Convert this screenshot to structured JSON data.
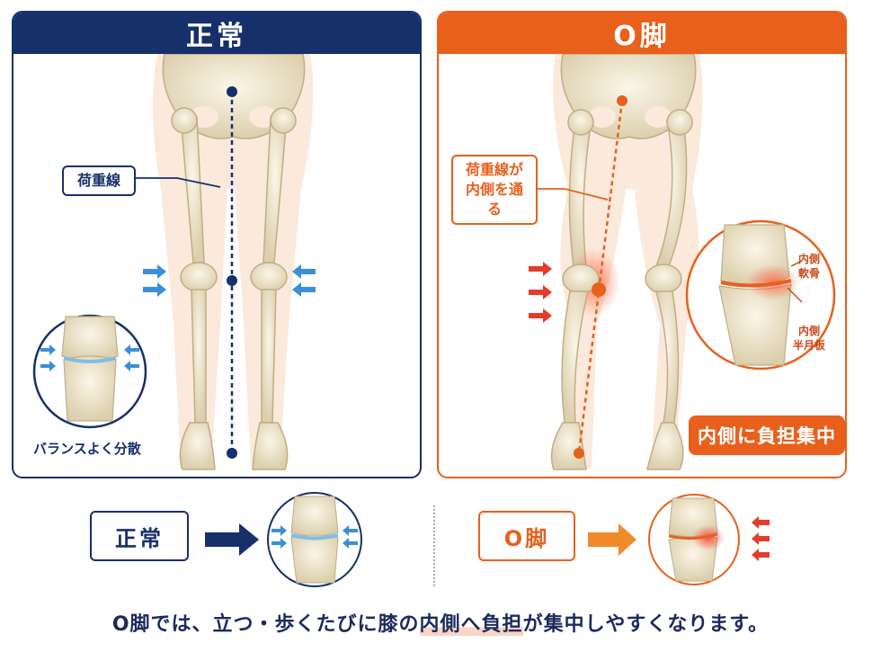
{
  "panels": {
    "normal": {
      "title": "正常",
      "callout": "荷重線",
      "caption": "バランスよく分散"
    },
    "oleg": {
      "title": "O脚",
      "callout_line1": "荷重線が",
      "callout_line2": "内側を通る",
      "label_cartilage_1": "内側",
      "label_cartilage_2": "軟骨",
      "label_meniscus_1": "内側",
      "label_meniscus_2": "半月板",
      "badge": "内側に負担集中"
    }
  },
  "comparison": {
    "normal_label": "正常",
    "oleg_label": "O脚"
  },
  "summary": {
    "before": "O脚では、立つ・歩くたびに膝の",
    "highlight": "内側へ負担",
    "after": "が集中しやすくなります。"
  },
  "colors": {
    "navy": "#16306b",
    "orange": "#e8601c",
    "arrow_blue": "#3b8fd6",
    "arrow_red": "#e53b2b",
    "bone": "#efe4c8",
    "skin": "#fbe9dc"
  },
  "icons": {
    "pressure_arrow": "arrow-right-icon",
    "comparison_arrow": "thick-arrow-right-icon"
  }
}
